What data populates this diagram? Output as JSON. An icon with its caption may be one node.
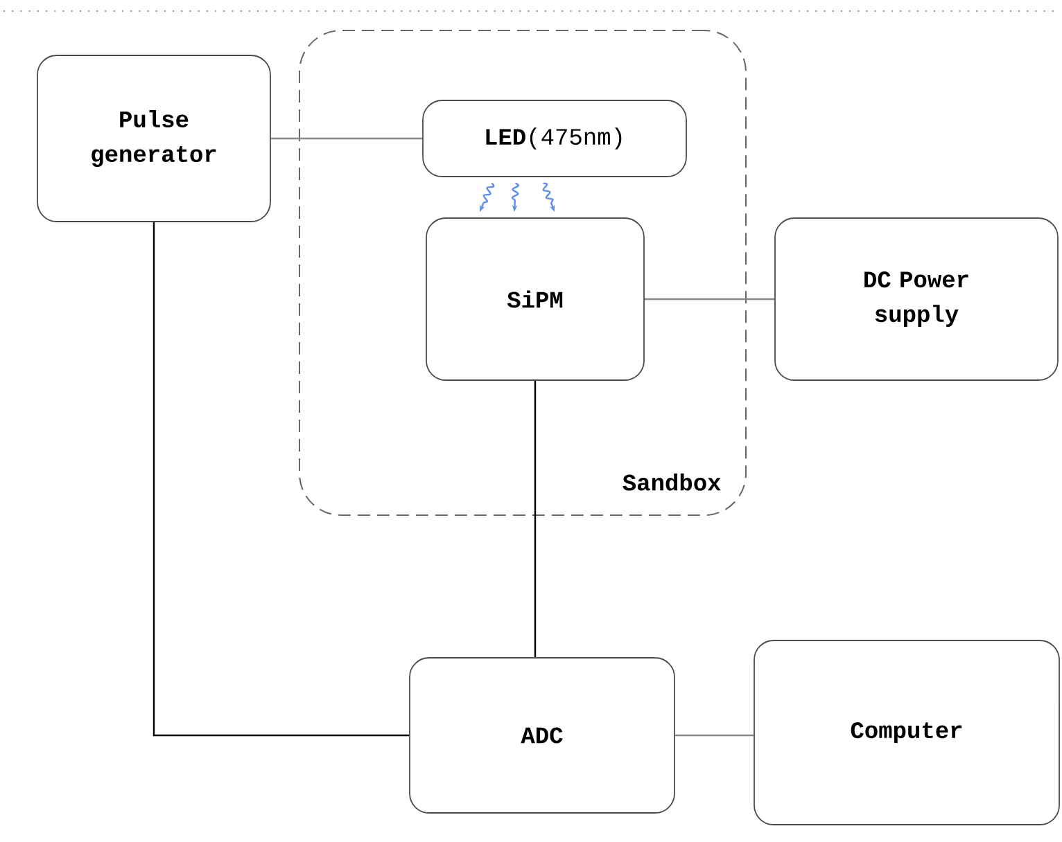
{
  "diagram": {
    "nodes": [
      {
        "text": [
          "Pulse generator"
        ]
      },
      {
        "text": [
          "Sandbox"
        ]
      },
      {
        "text": [
          "**LED**(475nm)"
        ],
        "in": 1
      },
      {
        "text": [
          "SiPM"
        ],
        "in": 1
      },
      {
        "text": [
          "DC Power supply"
        ]
      },
      {
        "text": [
          "ADC"
        ]
      },
      {
        "text": [
          "Computer"
        ]
      }
    ],
    "edges": [
      {
        "from": 0,
        "to": 2,
        "arrow": "none"
      },
      {
        "from": 2,
        "to": 3,
        "arrow": "to",
        "color": "#5b8def"
      },
      {
        "from": 2,
        "to": 3,
        "arrow": "to",
        "color": "#5b8def"
      },
      {
        "from": 2,
        "to": 3,
        "arrow": "to",
        "color": "#5b8def"
      },
      {
        "from": 3,
        "to": 4,
        "arrow": "none"
      },
      {
        "from": 3,
        "to": 5,
        "arrow": "none",
        "color": "#000000"
      },
      {
        "from": 0,
        "to": 5,
        "arrow": "none",
        "color": "#000000"
      },
      {
        "from": 5,
        "to": 6,
        "arrow": "none"
      }
    ]
  }
}
